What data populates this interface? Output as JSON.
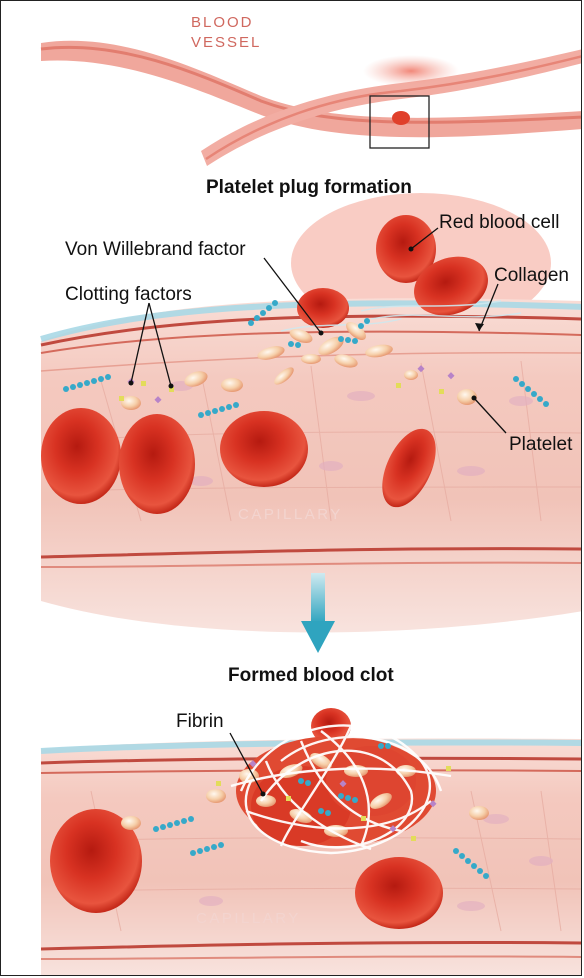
{
  "top": {
    "label_line1": "BLOOD",
    "label_line2": "VESSEL"
  },
  "panel1": {
    "title": "Platelet plug formation",
    "labels": {
      "red_blood_cell": "Red blood cell",
      "von_willebrand": "Von Willebrand factor",
      "collagen": "Collagen",
      "clotting_factors": "Clotting factors",
      "platelet": "Platelet",
      "capillary": "CAPILLARY"
    }
  },
  "panel2": {
    "title": "Formed blood clot",
    "labels": {
      "fibrin": "Fibrin",
      "capillary": "CAPILLARY"
    }
  },
  "colors": {
    "vessel_wall": "#e88b7f",
    "blood_cell": "#d8331f",
    "arrow": "#2fa4bf",
    "fibrin": "#ffffff",
    "factor_blue": "#36a9c9",
    "factor_yellow": "#e3dc5a",
    "factor_purple": "#b783c8"
  }
}
